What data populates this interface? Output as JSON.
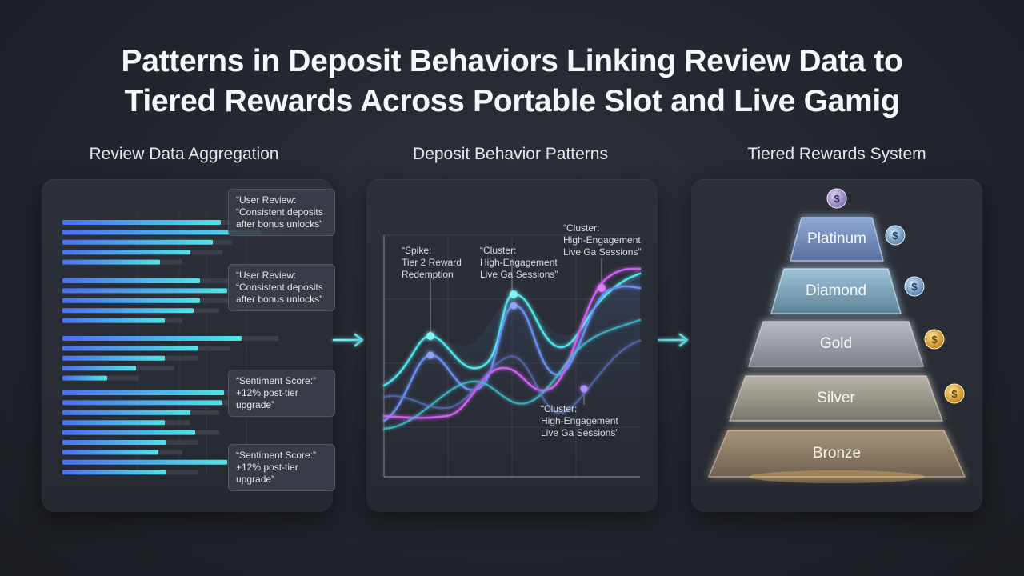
{
  "title": {
    "line1": "Patterns in Deposit Behaviors Linking Review Data to",
    "line2": "Tiered Rewards Across Portable Slot and Live Gamig"
  },
  "sections": {
    "review": "Review Data Aggregation",
    "deposit": "Deposit Behavior Patterns",
    "rewards": "Tiered Rewards System"
  },
  "review_callouts": [
    {
      "line1": "“User Review:",
      "line2": "“Consistent deposits",
      "line3": "after bonus unlocks”"
    },
    {
      "line1": "“User Review:",
      "line2": "“Consistent deposits",
      "line3": "after bonus unlocks”"
    },
    {
      "line1": "“Sentiment Score:”",
      "line2": "+12% post-tier",
      "line3": "upgrade”"
    },
    {
      "line1": "“Sentiment Score:”",
      "line2": "+12% post-tier",
      "line3": "upgrade”"
    }
  ],
  "chart_labels": {
    "spike": {
      "line1": "“Spike:",
      "line2": "Tier 2 Reward",
      "line3": "Redemption"
    },
    "cluster_mid": {
      "line1": "“Cluster:",
      "line2": "High-Engagement",
      "line3": "Live Ga Sessions”"
    },
    "cluster_top": {
      "line1": "“Cluster:",
      "line2": "High-Engagement",
      "line3": "Live Ga Sessions”"
    },
    "cluster_low": {
      "line1": "“Cluster:",
      "line2": "High-Engagement",
      "line3": "Live Ga Sessions”"
    }
  },
  "tiers": [
    {
      "name": "Platinum",
      "color": "#a9bedb"
    },
    {
      "name": "Diamond",
      "color": "#b8d3e0"
    },
    {
      "name": "Gold",
      "color": "#c9cbd0"
    },
    {
      "name": "Silver",
      "color": "#c7c4bd"
    },
    {
      "name": "Bronze",
      "color": "#c8b89a"
    }
  ],
  "icons": {
    "coin": "$",
    "arrow": "flow-arrow-icon"
  },
  "colors": {
    "cyan": "#4fe3ea",
    "blue": "#4c7cf0",
    "magenta": "#d05ef0",
    "gold": "#e6b24a"
  }
}
